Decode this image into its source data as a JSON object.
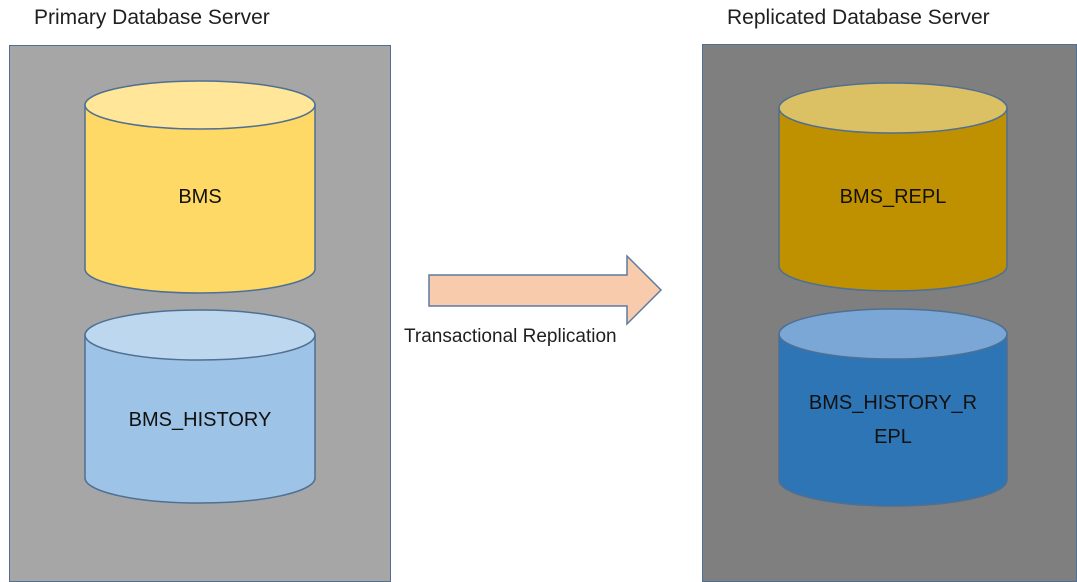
{
  "servers": {
    "primary": {
      "title": "Primary Database Server",
      "box_color": "#a6a6a6",
      "databases": [
        {
          "name": "BMS",
          "body_color": "#ffd966",
          "top_color": "#ffe699"
        },
        {
          "name": "BMS_HISTORY",
          "body_color": "#9dc3e6",
          "top_color": "#bdd7ee"
        }
      ]
    },
    "replicated": {
      "title": "Replicated Database Server",
      "box_color": "#7f7f7f",
      "databases": [
        {
          "name": "BMS_REPL",
          "body_color": "#bf9000",
          "top_color": "#dcc064"
        },
        {
          "name_line1": "BMS_HISTORY_R",
          "name_line2": "EPL",
          "body_color": "#2e75b6",
          "top_color": "#7aa7d6"
        }
      ]
    }
  },
  "replication": {
    "label": "Transactional Replication",
    "arrow_color": "#f8cbad",
    "arrow_border": "#5b7ba0"
  }
}
